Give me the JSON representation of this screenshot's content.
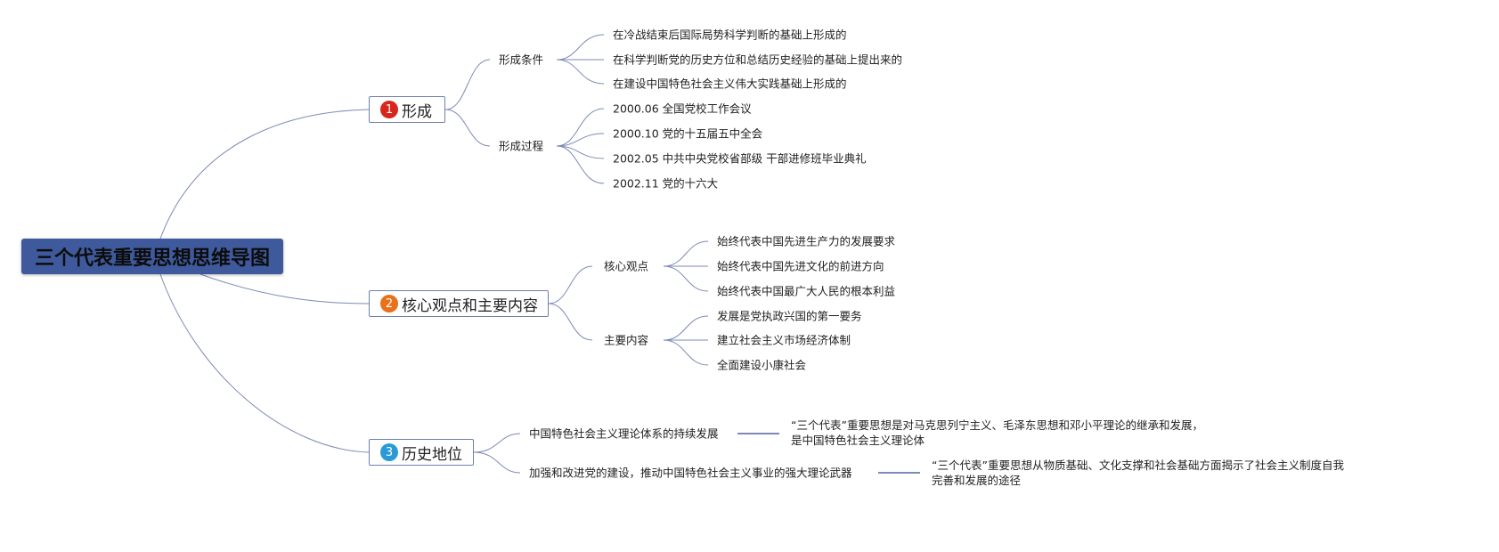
{
  "root": {
    "title": "三个代表重要思想思维导图"
  },
  "colors": {
    "root": "#3f5a9c",
    "line": "#6f7fae",
    "n1": "#d9261c",
    "n2": "#e8711a",
    "n3": "#2a9ad6"
  },
  "branches": [
    {
      "num": "1",
      "label": "形成",
      "children": [
        {
          "label": "形成条件",
          "leaves": [
            "在冷战结束后国际局势科学判断的基础上形成的",
            "在科学判断党的历史方位和总结历史经验的基础上提出来的",
            "在建设中国特色社会主义伟大实践基础上形成的"
          ]
        },
        {
          "label": "形成过程",
          "leaves": [
            "2000.06 全国党校工作会议",
            "2000.10 党的十五届五中全会",
            "2002.05 中共中央党校省部级 干部进修班毕业典礼",
            "2002.11 党的十六大"
          ]
        }
      ]
    },
    {
      "num": "2",
      "label": "核心观点和主要内容",
      "children": [
        {
          "label": "核心观点",
          "leaves": [
            "始终代表中国先进生产力的发展要求",
            "始终代表中国先进文化的前进方向",
            "始终代表中国最广大人民的根本利益"
          ]
        },
        {
          "label": "主要内容",
          "leaves": [
            "发展是党执政兴国的第一要务",
            "建立社会主义市场经济体制",
            "全面建设小康社会"
          ]
        }
      ]
    },
    {
      "num": "3",
      "label": "历史地位",
      "children": [
        {
          "label": "中国特色社会主义理论体系的持续发展",
          "leaves": [
            "“三个代表”重要思想是对马克思列宁主义、毛泽东思想和邓小平理论的继承和发展，是中国特色社会主义理论体"
          ]
        },
        {
          "label": "加强和改进党的建设，推动中国特色社会主义事业的强大理论武器",
          "leaves": [
            "“三个代表”重要思想从物质基础、文化支撑和社会基础方面揭示了社会主义制度自我完善和发展的途径"
          ]
        }
      ]
    }
  ]
}
